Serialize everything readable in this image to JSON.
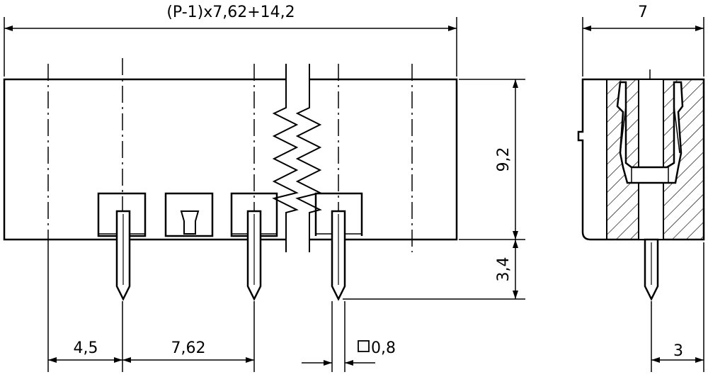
{
  "drawing": {
    "stroke_color": "#000000",
    "background": "#ffffff"
  },
  "dimensions": {
    "overall_length": "(P-1)x7,62+14,2",
    "side_width": "7",
    "body_height": "9,2",
    "pin_length": "3,4",
    "edge_to_first_pin": "4,5",
    "pitch": "7,62",
    "pin_square": "0,8",
    "pin_offset": "3"
  }
}
